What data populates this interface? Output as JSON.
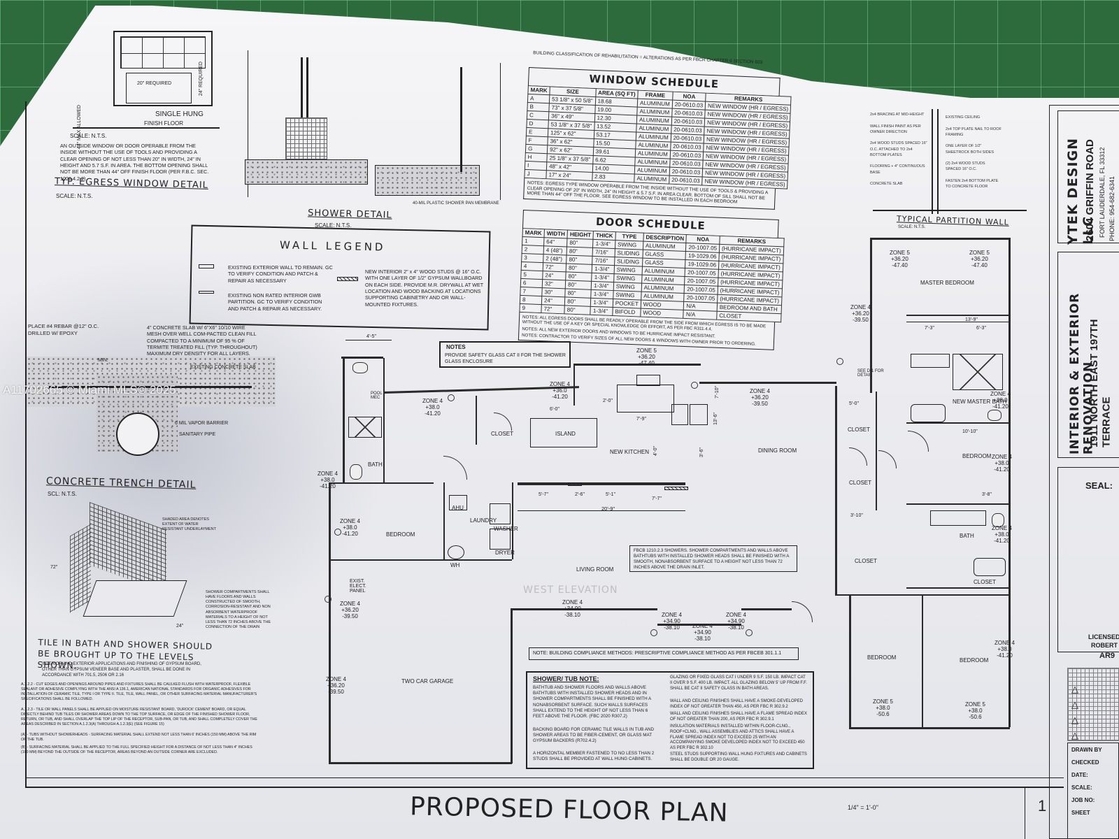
{
  "watermark": "A11702665 © Miami MLS© 2025",
  "title_block": {
    "company": "YTEK DESIGN LLC",
    "address": "2604 GRIFFIN ROAD",
    "city": "FORT LAUDERDALE, FL 33312",
    "phone": "PHONE: 954-682-6341",
    "project": "INTERIOR & EXTERIOR RENOVATION",
    "project_address": "1911 NORTH EAST 197TH TERRACE",
    "seal_label": "SEAL:",
    "licensed": "LICENSED",
    "robert": "ROBERT",
    "ar": "AR9",
    "drawn_by": "DRAWN BY",
    "checked": "CHECKED",
    "date": "DATE:",
    "scale": "SCALE:",
    "job_no": "JOB NO:",
    "sheet": "SHEET"
  },
  "sheet_title": "PROPOSED FLOOR PLAN",
  "sheet_scale": "1/4\" = 1'-0\"",
  "sheet_number": "1",
  "egress": {
    "title": "TYP. EGRESS WINDOW DETAIL",
    "scale": "SCALE: N.T.S.",
    "single_hung": "SINGLE HUNG",
    "finish_floor": "FINISH FLOOR",
    "required_20": "20\" REQUIRED",
    "required_24": "24\" REQUIRED",
    "max_44": "44\" MAX ALLOWED",
    "note": "AN OUTSIDE WINDOW OR DOOR OPERABLE FROM THE INSIDE WITHOUT THE USE OF TOOLS AND PROVIDING A CLEAR OPENING OF NOT LESS THAN 20\" IN WIDTH, 24\" IN HEIGHT AND 5.7 S.F. IN AREA. THE BOTTOM OPENING SHALL NOT BE MORE THAN 44\" OFF FINISH FLOOR (PER F.B.C. SEC. 1026.4.2.2)"
  },
  "shower_detail": {
    "title": "SHOWER DETAIL",
    "scale": "SCALE: N.T.S.",
    "membrane": "40-MIL PLASTIC SHOWER PAN MEMBRANE"
  },
  "wall_legend": {
    "title": "WALL LEGEND",
    "item1": "EXISTING EXTERIOR WALL TO REMAIN. GC TO VERIFY CONDITION AND PATCH & REPAIR AS NECESSARY",
    "item2": "EXISTING NON RATED INTERIOR GWB PARTITION. GC TO VERIFY CONDITION AND PATCH & REPAIR AS NECESSARY.",
    "item3": "NEW INTERIOR 2\" x 4\" WOOD STUDS @ 16\" O.C. WITH ONE LAYER OF 1/2\" GYPSUM WALLBOARD ON EACH SIDE. PROVIDE M.R. DRYWALL AT WET LOCATION AND WOOD BACKING AT LOCATIONS SUPPORTING CABINETRY AND OR WALL-MOUNTED FIXTURES."
  },
  "window_schedule": {
    "header_note": "BUILDING CLASSIFICATION OF REHABILITATION = ALTERATIONS AS PER FBCR CHAPTER 6 SECTION 603",
    "title": "WINDOW SCHEDULE",
    "columns": [
      "MARK",
      "SIZE",
      "AREA (SQ FT)",
      "FRAME",
      "NOA",
      "REMARKS"
    ],
    "rows": [
      [
        "A",
        "53 1/8\" x 50 5/8\"",
        "18.68",
        "ALUMINUM",
        "20-0610.03",
        "NEW WINDOW (HR / EGRESS)"
      ],
      [
        "B",
        "73\" x 37 5/8\"",
        "19.00",
        "ALUMINUM",
        "20-0610.03",
        "NEW WINDOW (HR / EGRESS)"
      ],
      [
        "C",
        "36\" x 49\"",
        "12.30",
        "ALUMINUM",
        "20-0610.03",
        "NEW WINDOW (HR / EGRESS)"
      ],
      [
        "D",
        "53 1/8\" x 37 5/8\"",
        "13.52",
        "ALUMINUM",
        "20-0610.03",
        "NEW WINDOW (HR / EGRESS)"
      ],
      [
        "E",
        "125\" x 62\"",
        "53.17",
        "ALUMINUM",
        "20-0610.03",
        "NEW WINDOW (HR / EGRESS)"
      ],
      [
        "F",
        "36\" x 62\"",
        "15.50",
        "ALUMINUM",
        "20-0610.03",
        "NEW WINDOW (HR / EGRESS)"
      ],
      [
        "G",
        "92\" x 62\"",
        "39.61",
        "ALUMINUM",
        "20-0610.03",
        "NEW WINDOW (HR / EGRESS)"
      ],
      [
        "H",
        "25 1/8\" x 37 5/8\"",
        "6.62",
        "ALUMINUM",
        "20-0610.03",
        "NEW WINDOW (HR / EGRESS)"
      ],
      [
        "I",
        "48\" x 42\"",
        "14.00",
        "ALUMINUM",
        "20-0610.03",
        "NEW WINDOW (HR / EGRESS)"
      ],
      [
        "J",
        "17\" x 24\"",
        "2.83",
        "ALUMINUM",
        "20-0610.03",
        "NEW WINDOW (HR / EGRESS)"
      ]
    ],
    "notes": "NOTES: EGRESS TYPE WINDOW OPERABLE FROM THE INSIDE WITHOUT THE USE OF TOOLS & PROVIDING A CLEAR OPENING OF 20\" IN WIDTH, 24\" IN HEIGHT & 5.7 S.F. IN AREA CLEAR. BOTTOM OF SILL SHALL NOT BE MORE THAN 44\" OFF THE FLOOR. SEE EGRESS WINDOW TO BE INSTALLED IN EACH BEDROOM"
  },
  "door_schedule": {
    "title": "DOOR SCHEDULE",
    "columns": [
      "MARK",
      "WIDTH",
      "HEIGHT",
      "THICK",
      "TYPE",
      "DESCRIPTION",
      "NOA",
      "REMARKS"
    ],
    "rows": [
      [
        "1",
        "64\"",
        "80\"",
        "1-3/4\"",
        "SWING",
        "ALUMINUM",
        "20-1007.05",
        "(HURRICANE IMPACT)"
      ],
      [
        "2",
        "4 (48\")",
        "80\"",
        "7/16\"",
        "SLIDING",
        "GLASS",
        "19-1029.06",
        "(HURRICANE IMPACT)"
      ],
      [
        "3",
        "2 (48\")",
        "80\"",
        "7/16\"",
        "SLIDING",
        "GLASS",
        "19-1029.06",
        "(HURRICANE IMPACT)"
      ],
      [
        "4",
        "72\"",
        "80\"",
        "1-3/4\"",
        "SWING",
        "ALUMINUM",
        "20-1007.05",
        "(HURRICANE IMPACT)"
      ],
      [
        "5",
        "24\"",
        "80\"",
        "1-3/4\"",
        "SWING",
        "ALUMINUM",
        "20-1007.05",
        "(HURRICANE IMPACT)"
      ],
      [
        "6",
        "32\"",
        "80\"",
        "1-3/4\"",
        "SWING",
        "ALUMINUM",
        "20-1007.05",
        "(HURRICANE IMPACT)"
      ],
      [
        "7",
        "30\"",
        "80\"",
        "1-3/4\"",
        "SWING",
        "ALUMINUM",
        "20-1007.05",
        "(HURRICANE IMPACT)"
      ],
      [
        "8",
        "24\"",
        "80\"",
        "1-3/4\"",
        "POCKET",
        "WOOD",
        "N/A",
        "BEDROOM AND BATH"
      ],
      [
        "9",
        "72\"",
        "80\"",
        "1-3/4\"",
        "BIFOLD",
        "WOOD",
        "N/A",
        "CLOSET"
      ]
    ],
    "notes1": "NOTES: ALL EGRESS DOORS SHALL BE READILY OPERABLE FROM THE SIDE FROM WHICH EGRESS IS TO BE MADE WITHOUT THE USE OF A KEY OR SPECIAL KNOWLEDGE OR EFFORT, AS PER FBC R311.4.4.",
    "notes2": "NOTES: ALL NEW EXTERIOR DOORS AND WINDOWS TO BE HURRICANE IMPACT RESISTANT.",
    "notes3": "NOTES: CONTRACTOR TO VERIFY SIZES OF ALL NEW DOORS & WINDOWS WITH OWNER PRIOR TO ORDERING."
  },
  "typical_partition": {
    "title": "TYPICAL PARTITION WALL",
    "scale": "SCALE: N.T.S."
  },
  "concrete_trench": {
    "title": "CONCRETE TRENCH DETAIL",
    "scale": "SCL: N.T.S.",
    "rebar": "PLACE #4 REBAR @12\" O.C. DRILLED W/ EPOXY",
    "min": "MIN.",
    "slab": "4\" CONCRETE SLAB W/ 6\"X6\" 10/10 WIRE MESH OVER WELL COM-PACTED CLEAN FILL COMPACTED TO A MINIMUM OF 95 % OF TERMITE TREATED FILL (TYP. THROUGHOUT) MAXIMUM DRY DENSITY FOR ALL LAYERS.",
    "existing_slab": "EXISTING CONCRETE SLAB",
    "vapor": "6 MIL VAPOR BARRIER",
    "pipe": "SANITARY PIPE"
  },
  "tile_bath": {
    "shaded": "SHADED AREA DENOTES EXTENT OF WATER RESISTANT UNDERLAYMENT",
    "compartments": "SHOWER COMPARTMENTS SHALL HAVE FLOORS AND WALLS CONSTRUCTED OF SMOOTH, CORROSION-RESISTANT AND NON ABSORBENT WATERPROOF MATERIALS TO A HEIGHT OF NOT LESS THAN 72 INCHES ABOVE THE CONNECTION OF THE DRAIN",
    "dim_72": "72\"",
    "dim_24": "24\"",
    "title": "TILE IN BATH AND SHOWER SHOULD BE BROUGHT UP TO THE LEVELS SHOWN.",
    "para1": "INTERIOR AND EXTERIOR APPLICATIONS AND FINISHING OF GYPSUM BOARD, OTHER THAN GYPSUM VENEER BASE AND PLASTER, SHALL BE DONE IN ACCORDANCE WITH 701.5, 2506 OR 2.16",
    "para2": "A.1.2.2 - CUT EDGES AND OPENINGS AROUND PIPES AND FIXTURES SHALL BE CAULKED FLUSH WITH WATERPROOF, FLEXIBLE SEALANT OR ADHESIVE COMPLYING WITH THE ANSI A 136.1, AMERICAN NATIONAL STANDARDS FOR ORGANIC ADHESIVES FOR INSTALLATION OF CERAMIC TILE, TYPE I OR TYPE II. TILE, TILE, WALL PANEL, OR OTHER SURFACING MATERIAL MANUFACTURER'S SPECIFICATIONS SHALL BE FOLLOWED.",
    "para3": "A.1.2.3 - TILE OR WALL PANELS SHALL BE APPLIED ON MOISTURE RESISTANT BOARD, 'DUROCK' CEMENT BOARD, OR EQUAL DIRECTLY BEHIND TUB TILES OR SHOWER AREAS DOWN TO THE TOP SURFACE, OR EDGE OF THE FINISHED SHOWER FLOOR, RETURN, OR TUB, AND SHALL OVERLAP THE TOP LIP OF THE RECEPTOR, SUB-PAN, OR TUB, AND SHALL COMPLETELY COVER THE AREAS DESCRIBED IN SECTION A.1.2.3(A) THROUGH A.1.2.3(E) (SEE FIGURE 15)",
    "para4": "(A) - TUBS WITHOUT SHOWERHEADS - SURFACING MATERIAL SHALL EXTEND NOT LESS THAN 6' INCHES (150 MM) ABOVE THE RIM OF THE TUB.",
    "para5": "(B) - SURFACING MATERIAL SHALL BE APPLIED TO THE FULL SPECIFIED HEIGHT FOR A DISTANCE OF NOT LESS THAN 4\" INCHES (100 MM) BEYOND THE OUTSIDE OF THE RECEPTOR, AREAS BEYOND AN OUTSIDE CORNER ARE EXCLUDED."
  },
  "notes_box": {
    "title": "NOTES",
    "text": "PROVIDE SAFETY GLASS CAT II FOR THE SHOWER GLASS ENCLOSURE"
  },
  "fbcb_note": "FBCB 1210.2.3 SHOWERS. SHOWER COMPARTMENTS AND WALLS ABOVE BATHTUBS WITH INSTALLED SHOWER HEADS SHALL BE FINISHED WITH A SMOOTH, NONABSORBENT SURFACE TO A HEIGHT NOT LESS THAN 72 INCHES ABOVE THE DRAIN INLET.",
  "compliance_note": "NOTE: BUILDING COMPLIANCE METHODS: PRESCRIPTIVE COMPLIANCE METHOD AS PER FBCEB 301.1.1",
  "shower_tub_note": {
    "title": "SHOWER/ TUB NOTE:",
    "text1": "BATHTUB AND SHOWER FLOORS AND WALLS ABOVE BATHTUBS WITH INSTALLED SHOWER HEADS AND IN SHOWER COMPARTMENTS SHALL BE FINISHED WITH A NONABSORBENT SURFACE. SUCH WALLS SURFACES SHALL EXTEND TO THE HEIGHT OF NOT LESS THAN 6 FEET ABOVE THE FLOOR. (FBC 2020 R307.2)",
    "text2": "BACKING BOARD FOR CERAMIC TILE WALLS IN TUB AND SHOWER AREAS TO BE FIBER-CEMENT, OR GLASS MAT GYPSUM BACKERS (R702.4.2)",
    "text3": "A HORIZONTAL MEMBER FASTENED TO NO LESS THAN 2 STUDS SHALL BE PROVIDED AT WALL HUNG CABINETS.",
    "right1": "GLAZING OR FIXED GLASS CAT I UNDER 9 S.F. 150 LB. IMPACT CAT II OVER 9 S.F. 400 LB. IMPACT. ALL GLAZING BELOW 5' UP FROM F.F. SHALL BE CAT II SAFETY GLASS IN BATH AREAS.",
    "right2": "WALL AND CEILING FINISHES SHALL HAVE A SMOKE-DEVELOPED INDEX OF NOT GREATER THAN 450, AS PER FBC R 302.9.2",
    "right3": "WALL AND CEILING FINISHES SHALL HAVE A FLAME SPREAD INDEX OF NOT GREATER THAN 200, AS PER FBC R 302.9.1",
    "right4": "INSULATION MATERIALS INSTALLED WITHIN FLOOR-CLNG., ROOF+CLNG., WALL ASSEMBLIES AND ATTICS SHALL HAVE A FLAME SPREAD INDEX NOT TO EXCEED 25 WITH AN ACCOMPANYING SMOKE DEVELOPED INDEX NOT TO EXCEED 450 AS PER FBC R 302.10",
    "right5": "STEEL STUDS SUPPORTING WALL HUNG FIXTURES AND CABINETS SHALL BE DOUBLE OR 20 GAUGE."
  },
  "rooms": {
    "master_bedroom": "MASTER BEDROOM",
    "new_master_bath": "NEW MASTER BATH",
    "closet": "CLOSET",
    "bedroom": "BEDROOM",
    "bath": "BATH",
    "new_kitchen": "NEW KITCHEN",
    "island": "ISLAND",
    "dining_room": "DINING ROOM",
    "living_room": "LIVING ROOM",
    "laundry": "LAUNDRY",
    "washer": "WASHER",
    "dryer": "DRYER",
    "two_car_garage": "TWO CAR GARAGE",
    "exist_elect_panel": "EXIST. ELECT. PANEL",
    "ahu": "AHU",
    "wh": "WH",
    "pool_mec": "POOL MEC",
    "west_elevation": "WEST ELEVATION",
    "see_detail": "SEE D-1 FOR DETAIL"
  },
  "zones": {
    "z_master_tl": "ZONE 5\n+36.20\n-47.40",
    "z_master_tr": "ZONE 5\n+36.20\n-47.40",
    "z_left_master": "ZONE 4\n+36.20\n-39.50",
    "z_top_mid": "ZONE 5\n+36.20\n-47.40",
    "z_kitchen_top": "ZONE 4\n+36.0\n-41.20",
    "z_left_top": "ZONE 4\n+38.0\n-41.20",
    "z_dining": "ZONE 4\n+36.20\n-39.50",
    "z_bath_left": "ZONE 4\n+38.0\n-41.20",
    "z_bedroom": "ZONE 4\n+38.0\n-41.20",
    "z_garage_top": "ZONE 4\n+36.20\n-39.50",
    "z_living": "ZONE 4\n+34.90\n-38.10",
    "z_front1": "ZONE 4\n+34.90\n-38.10",
    "z_front2": "ZONE 4\n+34.90\n-38.10",
    "z_front3": "ZONE 4\n+34.90\n-38.10",
    "z_garage": "ZONE 4\n+36.20\n-39.50",
    "z_right_bath": "ZONE 4\n+38.0\n-41.20",
    "z_right_bed": "ZONE 4\n+38.0\n-41.20",
    "z_bed_br": "ZONE 4\n+38.0\n-41.20",
    "z_z5_bl": "ZONE 5\n+38.0\n-50.6",
    "z_z5_br": "ZONE 5\n+38.0\n-50.6",
    "z_master_bath": "ZONE 4\n+38.0\n-41.20"
  },
  "dims": {
    "d1": "4'-5\"",
    "d2": "6'-0\"",
    "d3": "7'-9\"",
    "d4": "20'-9\"",
    "d5": "5'-7\"",
    "d6": "2'-6\"",
    "d7": "5'-1\"",
    "d8": "7'-7\"",
    "d9": "13'-6\"",
    "d10": "3'-6\"",
    "d11": "7'-10\"",
    "d12": "13'-9\"",
    "d13": "7'-3\"",
    "d14": "6'-3\"",
    "d15": "5'-0\"",
    "d16": "10'-10\"",
    "d17": "3'-10\"",
    "d18": "3'-8\"",
    "d19": "2'-0\"",
    "d20": "4'-0\""
  }
}
